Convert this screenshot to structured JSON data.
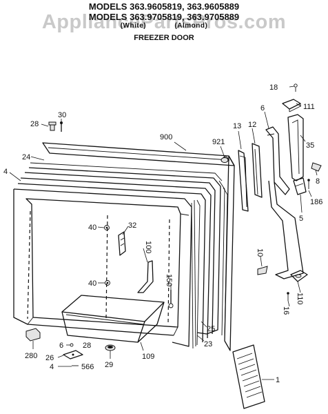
{
  "header": {
    "line1": "MODELS 363.9605819, 363.9605889",
    "line2": "MODELS 363.9705819, 363.9705889",
    "line3_left": "(White)",
    "line3_right": "(Almond)",
    "line4": "FREEZER DOOR"
  },
  "watermark": "AppliancePartsPros.com",
  "callouts": {
    "c18top": "18",
    "c111": "111",
    "c6": "6",
    "c13": "13",
    "c12": "12",
    "c35": "35",
    "c900": "900",
    "c921": "921",
    "c30": "30",
    "c28top": "28",
    "c24": "24",
    "c4": "4",
    "c8": "8",
    "c186": "186",
    "c5": "5",
    "c40a": "40",
    "c32": "32",
    "c100": "100",
    "c10": "10",
    "c40b": "40",
    "c150": "150",
    "c110": "110",
    "c16": "16",
    "c25": "25",
    "c23": "23",
    "c109": "109",
    "c280": "280",
    "c6b": "6",
    "c28b": "28",
    "c26": "26",
    "c4b": "4",
    "c566": "566",
    "c29": "29",
    "c1": "1"
  }
}
